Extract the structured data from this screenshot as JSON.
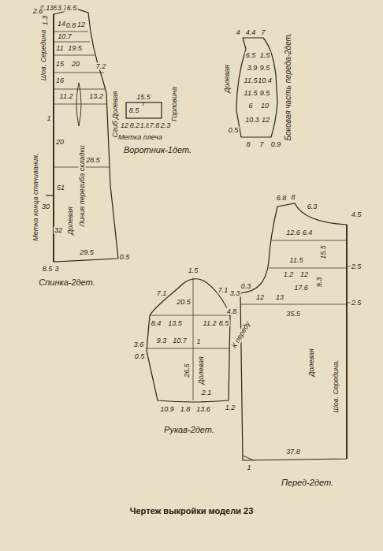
{
  "diagram": {
    "caption": "Чертеж выкройки модели 23",
    "labels": [
      "6.1",
      "35",
      "3.7",
      "6.5",
      "1.3",
      "2.6",
      "Шов. Середина",
      "14",
      "0.8",
      "12",
      "10.7",
      "11",
      "19.5",
      "15",
      "20",
      "7.2",
      "16",
      "11.2",
      "13.2",
      "1",
      "20",
      "28.5",
      "51",
      "30",
      "32",
      "Метка конца стачивания.",
      "Долевая",
      "Линия перегиба складки",
      "29.5",
      "0.5",
      "8.5",
      "3",
      "Спинка-2дет.",
      "15.5",
      "8.5",
      "12",
      "8.2",
      "1.8",
      "7.8",
      "2.3",
      "Сгиб Долевая",
      "Горловина",
      "Метка плеча",
      "Воротник-1дет.",
      "4",
      "4.4",
      "7",
      "6.5",
      "3.9",
      "1.5",
      "9.5",
      "10.4",
      "11.5",
      "9.5",
      "11.5",
      "6",
      "10",
      "10.3",
      "12",
      "0.5",
      "8",
      "7",
      "0.9",
      "Долевая",
      "Боковая часть переда-2дет.",
      "1.5",
      "3.3",
      "7.1",
      "20.5",
      "7.1",
      "8.4",
      "13.5",
      "11.2",
      "8.5",
      "3.6",
      "0.5",
      "9.3",
      "10.7",
      "1",
      "26.5",
      "Долевая",
      "2.1",
      "10.9",
      "1.8",
      "13.6",
      "1.2",
      "К переду",
      "Рукав-2дет.",
      "6.8",
      "8",
      "6.3",
      "4.5",
      "12.6",
      "6.4",
      "15.5",
      "2.5",
      "11.5",
      "1.2",
      "12",
      "17.6",
      "9.3",
      "2.5",
      "0.3",
      "12",
      "13",
      "4.8",
      "35.5",
      "1",
      "37.8",
      "Долевая",
      "Шов. Середина.",
      "Перед-2дет."
    ]
  }
}
